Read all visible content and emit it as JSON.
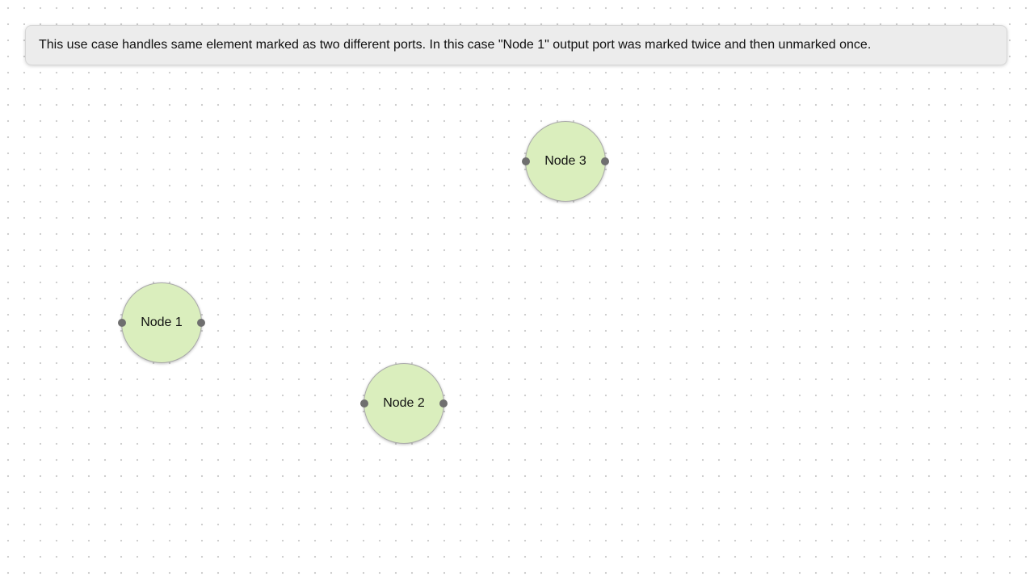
{
  "info": {
    "text": "This use case handles same element marked as two different ports. In this case \"Node 1\" output port was marked twice and then unmarked once."
  },
  "nodes": [
    {
      "id": "node-1",
      "label": "Node 1"
    },
    {
      "id": "node-2",
      "label": "Node 2"
    },
    {
      "id": "node-3",
      "label": "Node 3"
    }
  ],
  "colors": {
    "node_fill": "#daeebd",
    "node_border": "#a9a9a9",
    "port": "#6f6f6f",
    "panel_bg": "#ececec",
    "grid_dot": "#cfcfcf"
  }
}
